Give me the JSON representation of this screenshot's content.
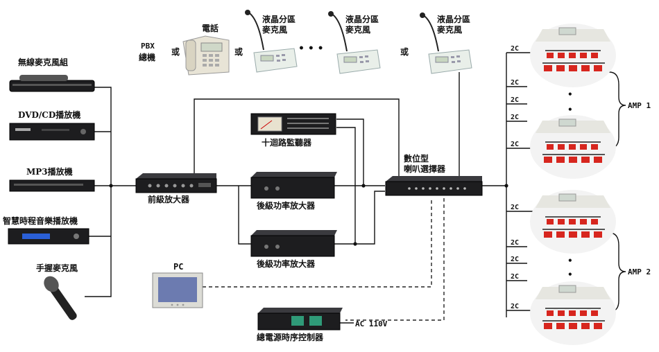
{
  "sources": {
    "wireless_mic": "無線麥克風組",
    "dvd": "DVD/CD播放機",
    "mp3": "MP3播放機",
    "smart_player": "智慧時程音樂播放機",
    "hand_mic": "手握麥克風"
  },
  "pbx": {
    "line1": "PBX",
    "line2": "總機"
  },
  "phone": "電話",
  "or_text": "或",
  "ellipsis": "• • •",
  "paging_console": {
    "line1": "液晶分區",
    "line2": "麥克風"
  },
  "pre_amp": "前級放大器",
  "monitor": "十迴路監聽器",
  "power_amp": "後級功率放大器",
  "selector": {
    "line1": "數位型",
    "line2": "喇叭選擇器"
  },
  "pc": "PC",
  "sequencer": "總電源時序控制器",
  "ac": "AC 110V",
  "wire_2c": "2C",
  "amp1": "AMP 1",
  "amp2": "AMP 2",
  "dot": "•",
  "colors": {
    "wire": "#111111",
    "device": "#1d1d1f",
    "seat": "#d7261e",
    "console": "#e9efe9"
  }
}
